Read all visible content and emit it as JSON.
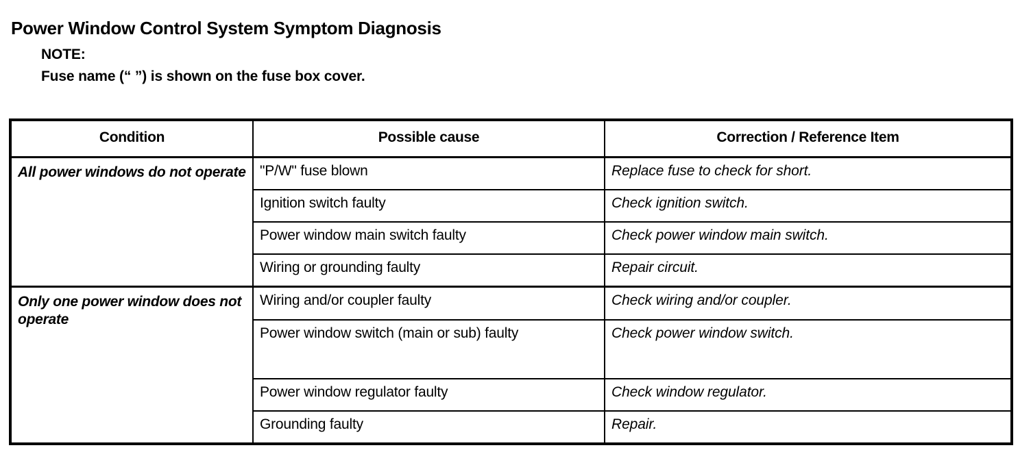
{
  "page": {
    "title": "Power Window Control System Symptom Diagnosis",
    "note": {
      "label": "NOTE:",
      "text": "Fuse name (“ ”) is shown on the fuse box cover."
    }
  },
  "table": {
    "headers": {
      "condition": "Condition",
      "cause": "Possible cause",
      "correction": "Correction / Reference Item"
    },
    "groups": [
      {
        "condition": "All power windows do not operate",
        "rows": [
          {
            "cause": "\"P/W\" fuse blown",
            "correction": "Replace fuse to check for short."
          },
          {
            "cause": "Ignition switch faulty",
            "correction": "Check ignition switch."
          },
          {
            "cause": "Power window main switch faulty",
            "correction": "Check power window main switch."
          },
          {
            "cause": "Wiring or grounding faulty",
            "correction": "Repair circuit."
          }
        ]
      },
      {
        "condition": "Only one power window does not operate",
        "rows": [
          {
            "cause": "Wiring and/or coupler faulty",
            "correction": "Check wiring and/or coupler."
          },
          {
            "cause": "Power window switch (main or sub) faulty",
            "correction": "Check power window switch."
          },
          {
            "cause": "Power window regulator faulty",
            "correction": "Check window regulator."
          },
          {
            "cause": "Grounding faulty",
            "correction": "Repair."
          }
        ]
      }
    ]
  },
  "colors": {
    "ink": "#000000",
    "paper": "#ffffff"
  }
}
